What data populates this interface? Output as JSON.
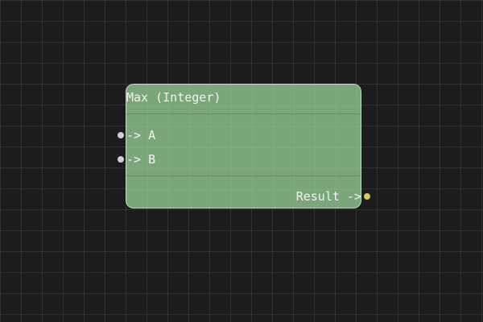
{
  "canvas": {
    "background_color": "#1c1c1c",
    "grid_spacing": 26
  },
  "node": {
    "title": "Max (Integer)",
    "color": "#82b282",
    "inputs": [
      {
        "label": "-> A",
        "port_color": "#cfcfcf"
      },
      {
        "label": "-> B",
        "port_color": "#cfcfcf"
      }
    ],
    "outputs": [
      {
        "label": "Result ->",
        "port_color": "#d8c95a"
      }
    ]
  }
}
